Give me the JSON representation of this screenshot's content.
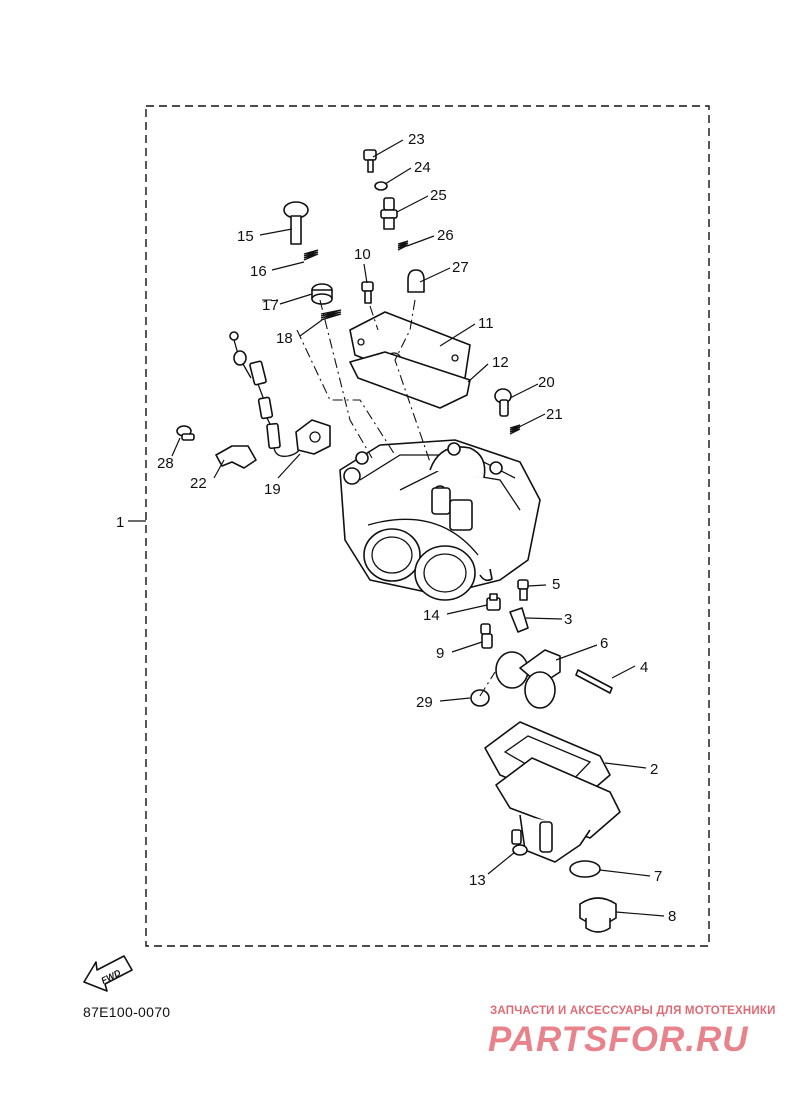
{
  "diagram": {
    "drawing_code": "87E100-0070",
    "fwd_label": "FWD",
    "callouts": {
      "c1": "1",
      "c2": "2",
      "c3": "3",
      "c4": "4",
      "c5": "5",
      "c6": "6",
      "c7": "7",
      "c8": "8",
      "c9": "9",
      "c10": "10",
      "c11": "11",
      "c12": "12",
      "c13": "13",
      "c14": "14",
      "c15": "15",
      "c16": "16",
      "c17": "17",
      "c18": "18",
      "c19": "19",
      "c20": "20",
      "c21": "21",
      "c22": "22",
      "c23": "23",
      "c24": "24",
      "c25": "25",
      "c26": "26",
      "c27": "27",
      "c28": "28",
      "c29": "29"
    }
  },
  "watermark": {
    "tagline": "ЗАПЧАСТИ И АКСЕССУАРЫ ДЛЯ МОТОТЕХНИКИ",
    "logo": "PARTSFOR.RU"
  }
}
